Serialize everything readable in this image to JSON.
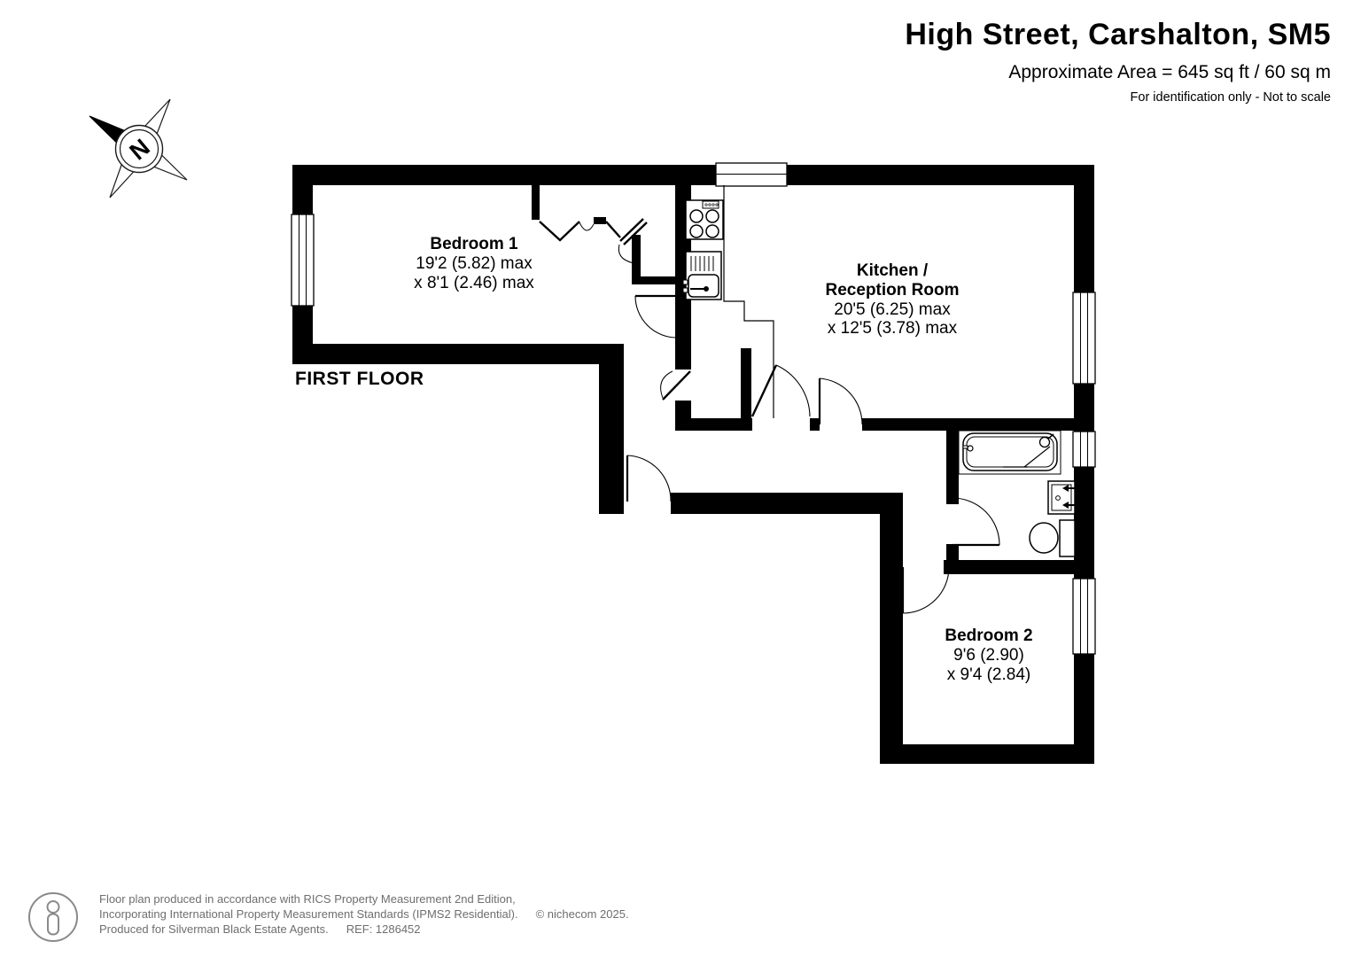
{
  "header": {
    "title": "High Street, Carshalton, SM5",
    "area_line": "Approximate Area = 645 sq ft / 60 sq m",
    "scale_note": "For identification only - Not to scale"
  },
  "plan": {
    "floor_label": "FIRST FLOOR",
    "compass_letter": "N",
    "rooms": {
      "bedroom1": {
        "name": "Bedroom 1",
        "dim_line1": "19'2 (5.82) max",
        "dim_line2": "x 8'1 (2.46) max"
      },
      "kitchen": {
        "name_line1": "Kitchen /",
        "name_line2": "Reception Room",
        "dim_line1": "20'5 (6.25) max",
        "dim_line2": "x 12'5 (3.78) max"
      },
      "bedroom2": {
        "name": "Bedroom 2",
        "dim_line1": "9'6 (2.90)",
        "dim_line2": "x 9'4 (2.84)"
      }
    }
  },
  "footer": {
    "line1": "Floor plan produced in accordance with RICS Property Measurement 2nd Edition,",
    "line2": "Incorporating International Property Measurement Standards (IPMS2 Residential).",
    "copyright": "© nichecom 2025.",
    "line3": "Produced for Silverman Black Estate Agents.",
    "ref": "REF: 1286452"
  },
  "colors": {
    "wall": "#000000",
    "footer_text": "#6e6e6e"
  }
}
